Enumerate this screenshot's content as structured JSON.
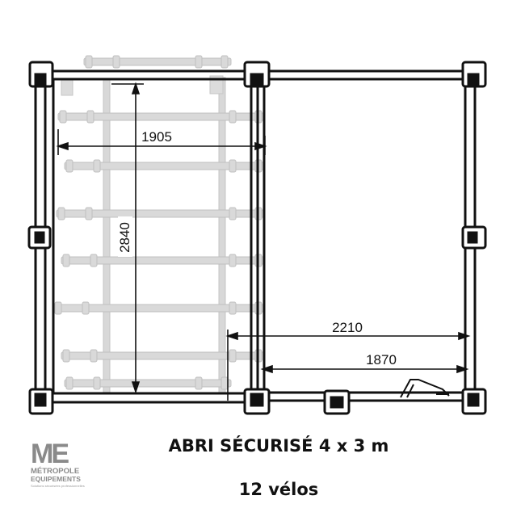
{
  "plan": {
    "dimension_labels": {
      "rack_length": "1905",
      "rack_depth": "2840",
      "free_width": "2210",
      "door_width": "1870"
    }
  },
  "caption": {
    "title": "ABRI SÉCURISÉ 4 x 3 m",
    "subtitle": "12 vélos"
  },
  "logo": {
    "mark": "ME",
    "line1": "MÉTROPOLE",
    "line2": "EQUIPEMENTS",
    "tagline": "Solutions sécurisées professionnelles"
  }
}
